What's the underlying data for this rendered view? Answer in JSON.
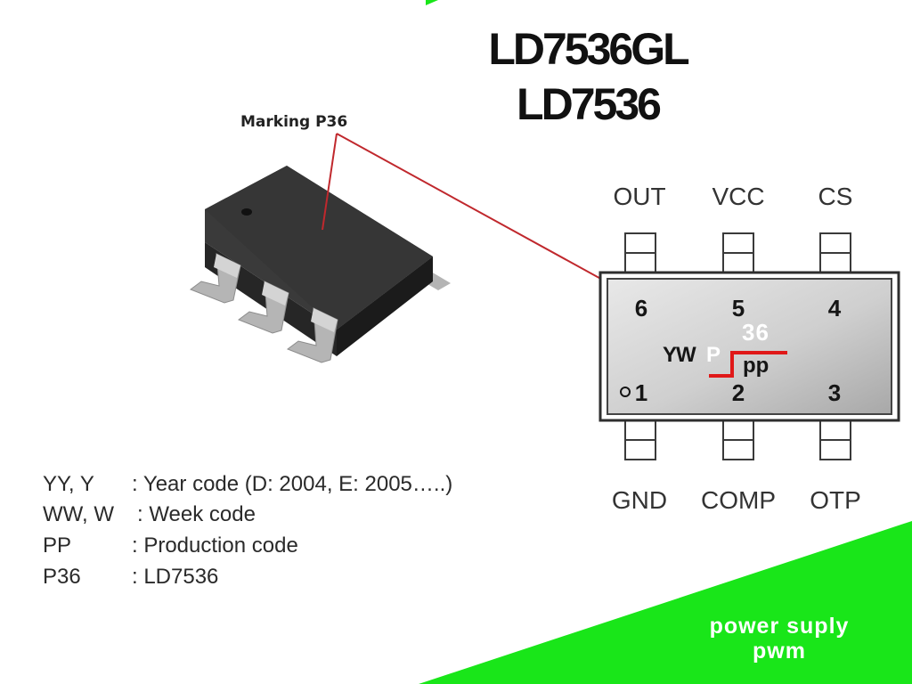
{
  "title": {
    "line1": "LD7536GL",
    "line2": "LD7536"
  },
  "package_callout": {
    "label": "Marking P36"
  },
  "pinout": {
    "top_pins": [
      {
        "name": "OUT",
        "number": "6"
      },
      {
        "name": "VCC",
        "number": "5"
      },
      {
        "name": "CS",
        "number": "4"
      }
    ],
    "bottom_pins": [
      {
        "name": "GND",
        "number": "1"
      },
      {
        "name": "COMP",
        "number": "2"
      },
      {
        "name": "OTP",
        "number": "3"
      }
    ],
    "marking": {
      "yw": "YW",
      "p": "P",
      "code": "36",
      "pp": "pp"
    }
  },
  "legend": [
    {
      "key": "YY, Y",
      "value": ":  Year code (D: 2004, E: 2005…..)"
    },
    {
      "key": "WW, W",
      "value": ":  Week code"
    },
    {
      "key": "PP",
      "value": ": Production code"
    },
    {
      "key": "P36",
      "value": ": LD7536"
    }
  ],
  "footer": {
    "line1": "power suply",
    "line2": "pwm"
  },
  "colors": {
    "accent_green": "#19e619",
    "callout_line": "#c0282d",
    "marking_red": "#e01818"
  }
}
